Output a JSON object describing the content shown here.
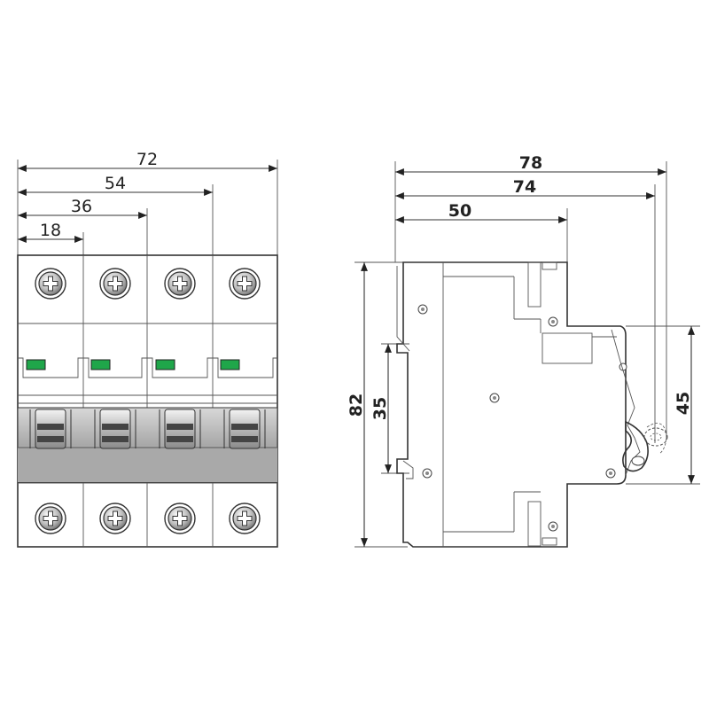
{
  "front_view": {
    "dimensions": {
      "width_1": "18",
      "width_2": "36",
      "width_3": "54",
      "width_4": "72"
    },
    "pole_count": 4,
    "indicator_color": "#1fa64a",
    "handle_color": "#444444"
  },
  "side_view": {
    "dimensions": {
      "depth_50": "50",
      "depth_74": "74",
      "depth_78": "78",
      "height_82": "82",
      "rail_35": "35",
      "front_45": "45"
    }
  }
}
